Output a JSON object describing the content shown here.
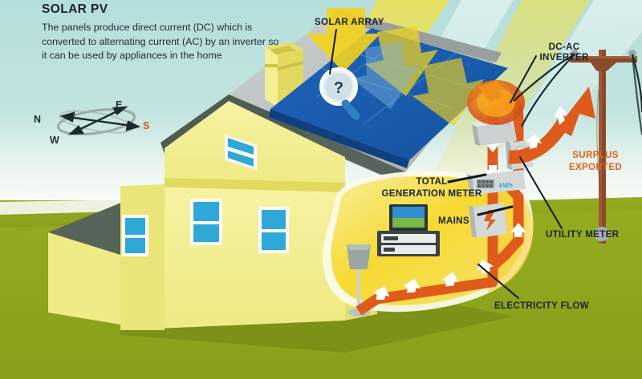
{
  "diagram": {
    "title": "SOLAR PV",
    "intro": "The panels produce direct current (DC) which is converted to alternating current (AC) by an inverter so it can be used by appliances in the home",
    "type": "illustrated-cutaway-diagram",
    "subject": "Residential solar photovoltaic system energy flow"
  },
  "compass": {
    "north": "N",
    "east": "E",
    "west": "W",
    "south": "S",
    "south_color": "#e2501a"
  },
  "labels": {
    "solar_array": "SOLAR ARRAY",
    "dc_ac_inverter": "DC-AC\nINVERTER",
    "dc_ac_inverter_line1": "DC-AC",
    "dc_ac_inverter_line2": "INVERTER",
    "surplus_exported_line1": "SURPLUS",
    "surplus_exported_line2": "EXPORTED",
    "utility_meter": "UTILITY METER",
    "total_generation_meter_line1": "TOTAL",
    "total_generation_meter_line2": "GENERATION METER",
    "mains": "MAINS",
    "electricity_flow": "ELECTRICITY FLOW"
  },
  "icons": {
    "magnifier": "?",
    "meter_units": "kWh",
    "mains_symbol": "lightning-bolt"
  },
  "colors": {
    "sky": "#b9e0dc",
    "horizon_haze": "#f3f7f3",
    "ground": "#8fa81e",
    "house_wall": "#f2ee8f",
    "house_wall_shadow": "#e4e067",
    "roof_gray": "#b9bdbd",
    "roof_dark": "#4f5c51",
    "panel_blue": "#1a5fb4",
    "sun_yellow": "#f4d31c",
    "flow_orange": "#de5b1b",
    "pole_brown": "#8a4a2b",
    "window_blue": "#2fa8d8",
    "label_dark": "#16232b",
    "label_orange": "#e2631b"
  },
  "scene_elements": [
    {
      "name": "sun-rays",
      "desc": "diagonal yellow light beams from upper right"
    },
    {
      "name": "solar-array",
      "desc": "blue roof-mounted PV panel grid"
    },
    {
      "name": "sunlight-arrows",
      "desc": "yellow arrows striking the panel"
    },
    {
      "name": "magnifier",
      "desc": "magnifying glass with question mark over panel"
    },
    {
      "name": "chimney",
      "desc": "yellow chimney on roof"
    },
    {
      "name": "house",
      "desc": "pale yellow two-storey house with gray roof"
    },
    {
      "name": "inverter-box",
      "desc": "gray DC-AC inverter on flow line"
    },
    {
      "name": "generation-meter",
      "desc": "gray kWh total generation meter"
    },
    {
      "name": "mains-box",
      "desc": "gray mains box with lightning bolt"
    },
    {
      "name": "utility-meter",
      "desc": "gray utility meter on riser"
    },
    {
      "name": "floor-lamp",
      "desc": "lamp appliance inside cutaway"
    },
    {
      "name": "computer",
      "desc": "desktop computer appliance inside cutaway"
    },
    {
      "name": "electricity-flow-path",
      "desc": "orange circuit with white directional arrows"
    },
    {
      "name": "surplus-arrow",
      "desc": "curved orange arrow exporting to grid"
    },
    {
      "name": "utility-pole",
      "desc": "brown pole with crossarm and power lines"
    }
  ]
}
